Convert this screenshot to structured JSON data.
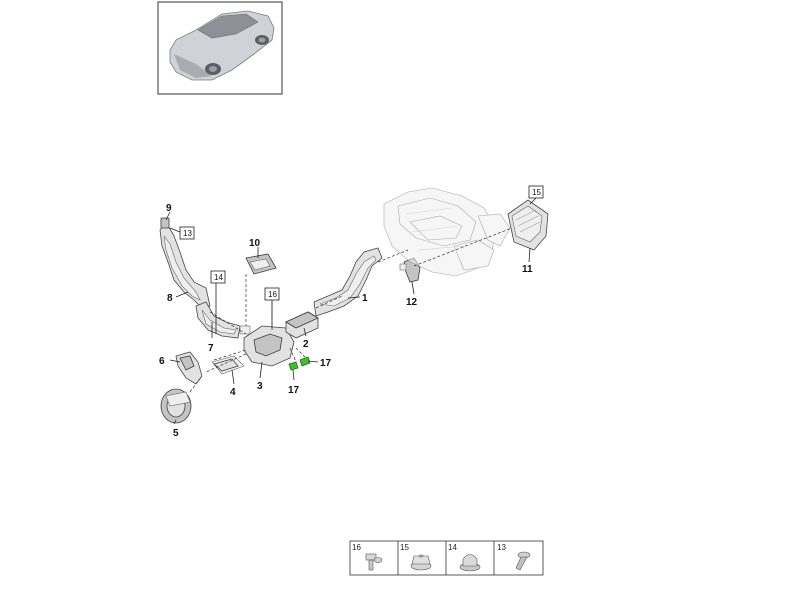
{
  "callouts": {
    "c1": "1",
    "c2": "2",
    "c3": "3",
    "c4": "4",
    "c5": "5",
    "c6": "6",
    "c7": "7",
    "c8": "8",
    "c9": "9",
    "c10": "10",
    "c11": "11",
    "c12": "12",
    "c17a": "17",
    "c17b": "17"
  },
  "boxed_refs": {
    "b13": "13",
    "b14": "14",
    "b15": "15",
    "b16": "16"
  },
  "legend": [
    {
      "number": "16",
      "icon": "bolt-with-washer-icon"
    },
    {
      "number": "15",
      "icon": "flange-nut-icon"
    },
    {
      "number": "14",
      "icon": "dome-nut-icon"
    },
    {
      "number": "13",
      "icon": "screw-icon"
    }
  ],
  "colors": {
    "highlight": "#3fbf2a",
    "line": "#222222"
  }
}
